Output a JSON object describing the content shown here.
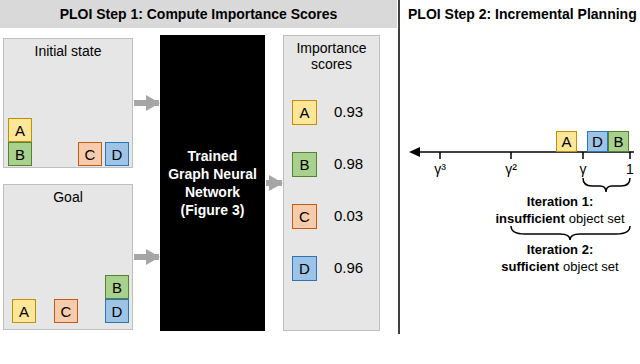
{
  "diagram": {
    "nodes": [
      {
        "text": [
          "PLOI Step 1: Compute Importance Scores"
        ]
      },
      {
        "text": [
          "Initial state"
        ]
      },
      {
        "text": [
          "A"
        ],
        "in": 1
      },
      {
        "text": [
          "B"
        ],
        "in": 1
      },
      {
        "text": [
          "C"
        ],
        "in": 1
      },
      {
        "text": [
          "D"
        ],
        "in": 1
      },
      {
        "text": [
          "Goal"
        ]
      },
      {
        "text": [
          "A"
        ],
        "in": 6
      },
      {
        "text": [
          "C"
        ],
        "in": 6
      },
      {
        "text": [
          "B"
        ],
        "in": 6
      },
      {
        "text": [
          "D"
        ],
        "in": 6
      },
      {
        "text": [
          "Trained Graph Neural Network (Figure 3)"
        ]
      },
      {
        "text": [
          "Importance scores"
        ]
      },
      {
        "text": [
          "A"
        ],
        "in": 12
      },
      {
        "text": [
          "B"
        ],
        "in": 12
      },
      {
        "text": [
          "C"
        ],
        "in": 12
      },
      {
        "text": [
          "D"
        ],
        "in": 12
      },
      {
        "text": [
          "A"
        ]
      },
      {
        "text": [
          "D"
        ]
      },
      {
        "text": [
          "B"
        ]
      }
    ],
    "edges": [
      {
        "from": 1,
        "to": 11,
        "arrow": "to"
      },
      {
        "from": 6,
        "to": 11,
        "arrow": "to"
      },
      {
        "from": 11,
        "to": 12,
        "arrow": "to"
      }
    ],
    "labels": [
      "PLOI Step 2: Incremental Planning",
      "0.93",
      "0.98",
      "0.03",
      "0.96",
      "γ³",
      "γ²",
      "γ",
      "1",
      "Iteration 1:",
      "insufficient",
      "object set",
      "Iteration 2:",
      "sufficient",
      "object set"
    ]
  }
}
